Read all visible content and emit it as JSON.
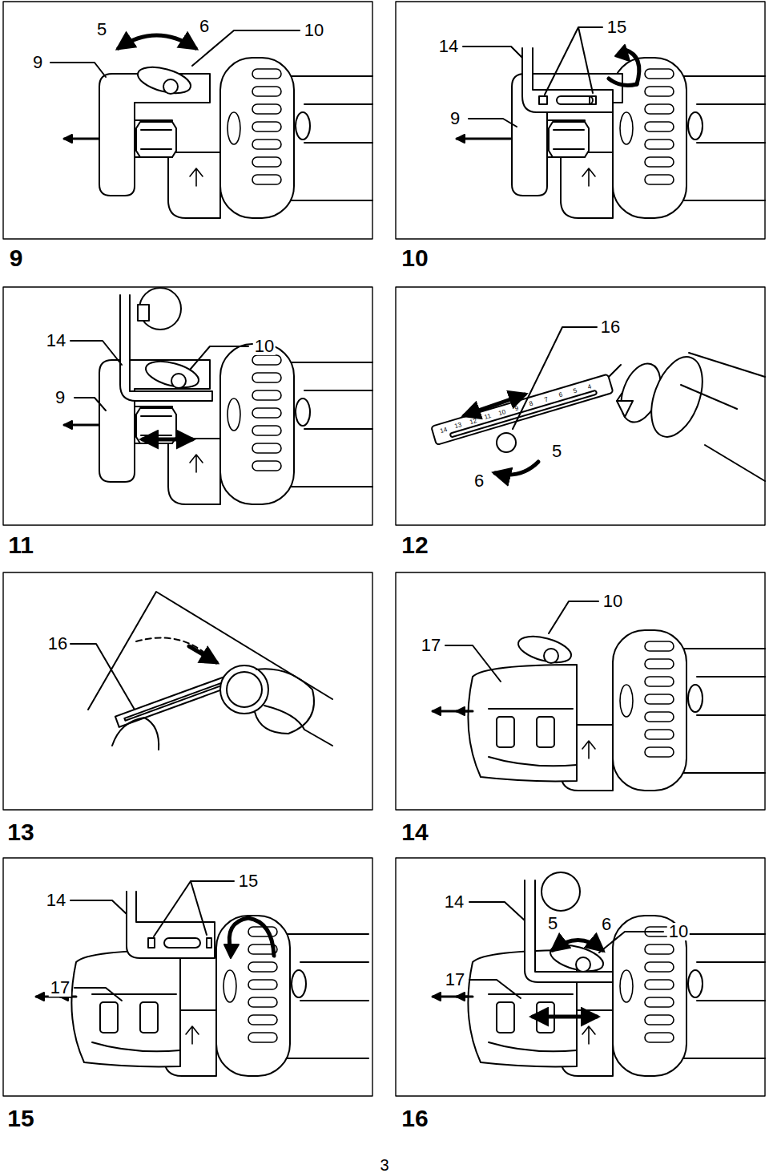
{
  "diagram": {
    "labels": [
      "5",
      "6",
      "10",
      "9",
      "15",
      "14",
      "9",
      "9",
      "10",
      "14",
      "10",
      "9",
      "16",
      "14",
      "13",
      "12",
      "11",
      "10",
      "9",
      "8",
      "7",
      "6",
      "5",
      "4",
      "5",
      "6",
      "11",
      "12",
      "16",
      "10",
      "17",
      "13",
      "14",
      "15",
      "14",
      "17",
      "14",
      "5",
      "6",
      "10",
      "17",
      "15",
      "16",
      "3"
    ]
  }
}
